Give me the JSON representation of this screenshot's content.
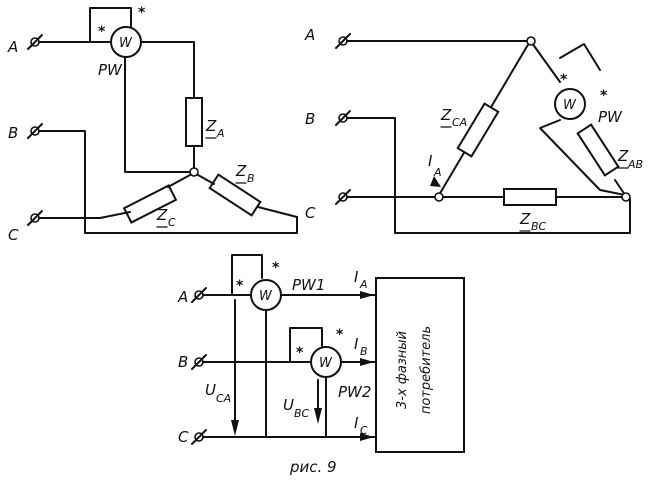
{
  "star_circuit": {
    "terminals": [
      "A",
      "B",
      "C"
    ],
    "wattmeter_symbol": "W",
    "wattmeter_name": "PW",
    "impedances": [
      "Z",
      "Z",
      "Z"
    ],
    "impedance_subscripts": [
      "A",
      "B",
      "C"
    ],
    "star_mark": "*"
  },
  "delta_circuit": {
    "terminals": [
      "A",
      "B",
      "C"
    ],
    "wattmeter_symbol": "W",
    "wattmeter_name": "PW",
    "impedances": [
      "Z",
      "Z",
      "Z"
    ],
    "impedance_subscripts": [
      "CA",
      "AB",
      "BC"
    ],
    "current": "I",
    "current_subscript": "A",
    "star_mark": "*"
  },
  "two_wattmeter_circuit": {
    "terminals": [
      "A",
      "B",
      "C"
    ],
    "wattmeters": [
      {
        "symbol": "W",
        "name": "PW1"
      },
      {
        "symbol": "W",
        "name": "PW2"
      }
    ],
    "currents": [
      "I",
      "I",
      "I"
    ],
    "current_subscripts": [
      "A",
      "B",
      "C"
    ],
    "voltages": [
      "U",
      "U"
    ],
    "voltage_subscripts": [
      "CA",
      "BC"
    ],
    "load_label_line1": "3-х фазный",
    "load_label_line2": "потребитель",
    "star_mark": "*"
  },
  "caption": "рис. 9"
}
